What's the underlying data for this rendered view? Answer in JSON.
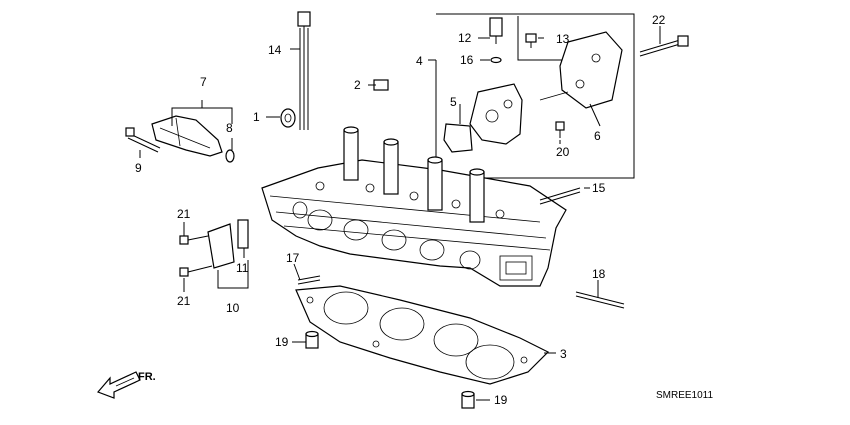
{
  "callouts": {
    "n1": "1",
    "n2": "2",
    "n3": "3",
    "n4": "4",
    "n5": "5",
    "n6": "6",
    "n7": "7",
    "n8": "8",
    "n9": "9",
    "n10": "10",
    "n11": "11",
    "n12": "12",
    "n13": "13",
    "n14": "14",
    "n15": "15",
    "n16": "16",
    "n17": "17",
    "n18": "18",
    "n19a": "19",
    "n19b": "19",
    "n20": "20",
    "n21a": "21",
    "n21b": "21",
    "n22": "22"
  },
  "direction_label": "FR.",
  "diagram_code": "SMREE1011"
}
